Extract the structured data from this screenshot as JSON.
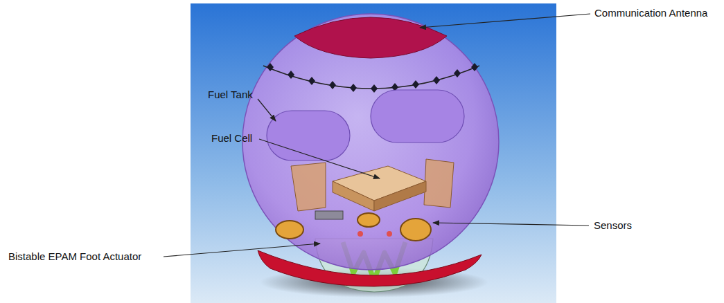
{
  "diagram": {
    "labels": [
      "Communication Antenna",
      "Fuel Tank",
      "Fuel Cell",
      "Sensors",
      "Bistable EPAM Foot Actuator"
    ]
  }
}
